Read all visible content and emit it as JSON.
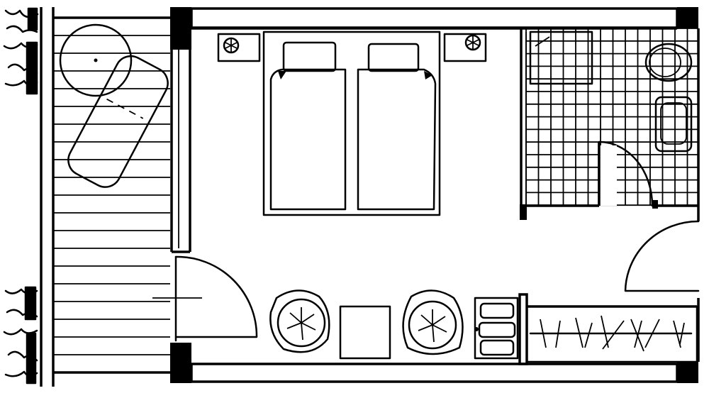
{
  "colors": {
    "ink": "#000000",
    "paper": "#ffffff"
  },
  "rooms": [
    "balcony",
    "bedroom",
    "bathroom",
    "entry",
    "wardrobe"
  ]
}
